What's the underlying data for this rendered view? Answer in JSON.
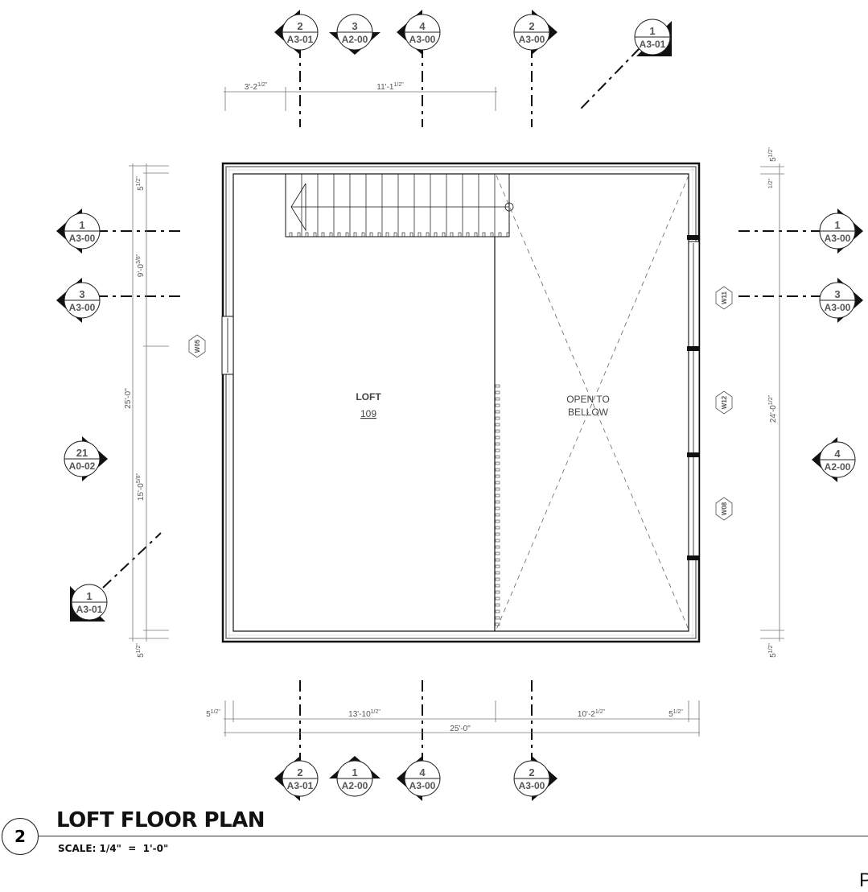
{
  "drawing": {
    "number": "2",
    "title": "LOFT FLOOR PLAN",
    "scale": "SCALE: 1/4\"  =  1'-0\"",
    "corner_text": "P"
  },
  "rooms": [
    {
      "name": "LOFT",
      "number": "109"
    },
    {
      "name": "OPEN TO",
      "name2": "BELLOW"
    }
  ],
  "section_markers": [
    {
      "id": "top-1",
      "number": "2",
      "sheet": "A3-01"
    },
    {
      "id": "top-2",
      "number": "3",
      "sheet": "A2-00"
    },
    {
      "id": "top-3",
      "number": "4",
      "sheet": "A3-00"
    },
    {
      "id": "top-4",
      "number": "2",
      "sheet": "A3-00"
    },
    {
      "id": "top-5",
      "number": "1",
      "sheet": "A3-01"
    },
    {
      "id": "left-1",
      "number": "1",
      "sheet": "A3-00"
    },
    {
      "id": "left-2",
      "number": "3",
      "sheet": "A3-00"
    },
    {
      "id": "left-3",
      "number": "21",
      "sheet": "A0-02"
    },
    {
      "id": "left-4",
      "number": "1",
      "sheet": "A3-01"
    },
    {
      "id": "right-1",
      "number": "1",
      "sheet": "A3-00"
    },
    {
      "id": "right-2",
      "number": "3",
      "sheet": "A3-00"
    },
    {
      "id": "right-3",
      "number": "4",
      "sheet": "A2-00"
    },
    {
      "id": "bottom-1",
      "number": "2",
      "sheet": "A3-01"
    },
    {
      "id": "bottom-2",
      "number": "1",
      "sheet": "A2-00"
    },
    {
      "id": "bottom-3",
      "number": "4",
      "sheet": "A3-00"
    },
    {
      "id": "bottom-4",
      "number": "2",
      "sheet": "A3-00"
    }
  ],
  "window_tags": [
    "W05",
    "W11",
    "W12",
    "W08"
  ],
  "dimensions": {
    "top": [
      {
        "main": "3'-2",
        "sup": "1/2\""
      },
      {
        "main": "11'-1",
        "sup": "1/2\""
      }
    ],
    "bottom": [
      {
        "main": "5",
        "sup": "1/2\""
      },
      {
        "main": "13'-10",
        "sup": "1/2\""
      },
      {
        "main": "10'-2",
        "sup": "1/2\""
      },
      {
        "main": "5",
        "sup": "1/2\""
      },
      {
        "main": "25'-0\"",
        "sup": ""
      }
    ],
    "left": [
      {
        "main": "5",
        "sup": "1/2\""
      },
      {
        "main": "9'-0",
        "sup": "3/8\""
      },
      {
        "main": "25'-0\"",
        "sup": ""
      },
      {
        "main": "15'-0",
        "sup": "5/8\""
      },
      {
        "main": "5",
        "sup": "1/2\""
      }
    ],
    "right": [
      {
        "main": "5",
        "sup": "1/2\""
      },
      {
        "main": "",
        "sup": "1/2\""
      },
      {
        "main": "24'-0",
        "sup": "1/2\""
      },
      {
        "main": "5",
        "sup": "1/2\""
      }
    ]
  }
}
